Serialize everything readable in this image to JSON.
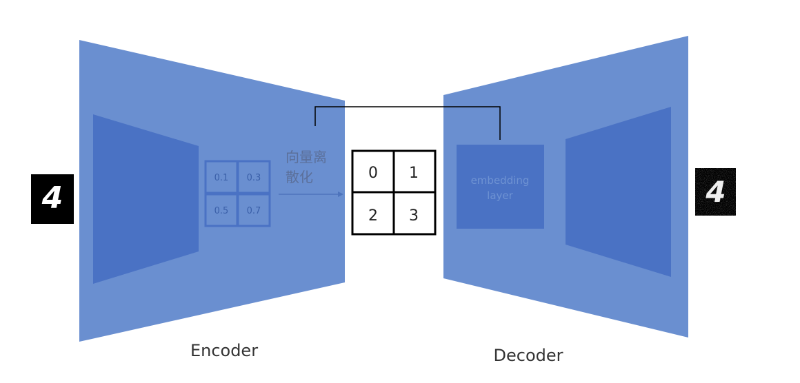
{
  "input_digit": "4",
  "output_digit": "4",
  "encoder": {
    "label": "Encoder",
    "grid_values": [
      "0.1",
      "0.3",
      "0.5",
      "0.7"
    ]
  },
  "quantize_text": {
    "line1": "向量离",
    "line2": "散化"
  },
  "codebook": {
    "indices": [
      "0",
      "1",
      "2",
      "3"
    ]
  },
  "decoder": {
    "label": "Decoder",
    "embedding_line1": "embedding",
    "embedding_line2": "layer"
  },
  "colors": {
    "outer_block": "#6a8fd0",
    "inner_block": "#4a72c4",
    "connector": "#000000",
    "codebook_border": "#000000",
    "grid_text": "#6e8fc8",
    "arrow": "#4e74bc"
  }
}
